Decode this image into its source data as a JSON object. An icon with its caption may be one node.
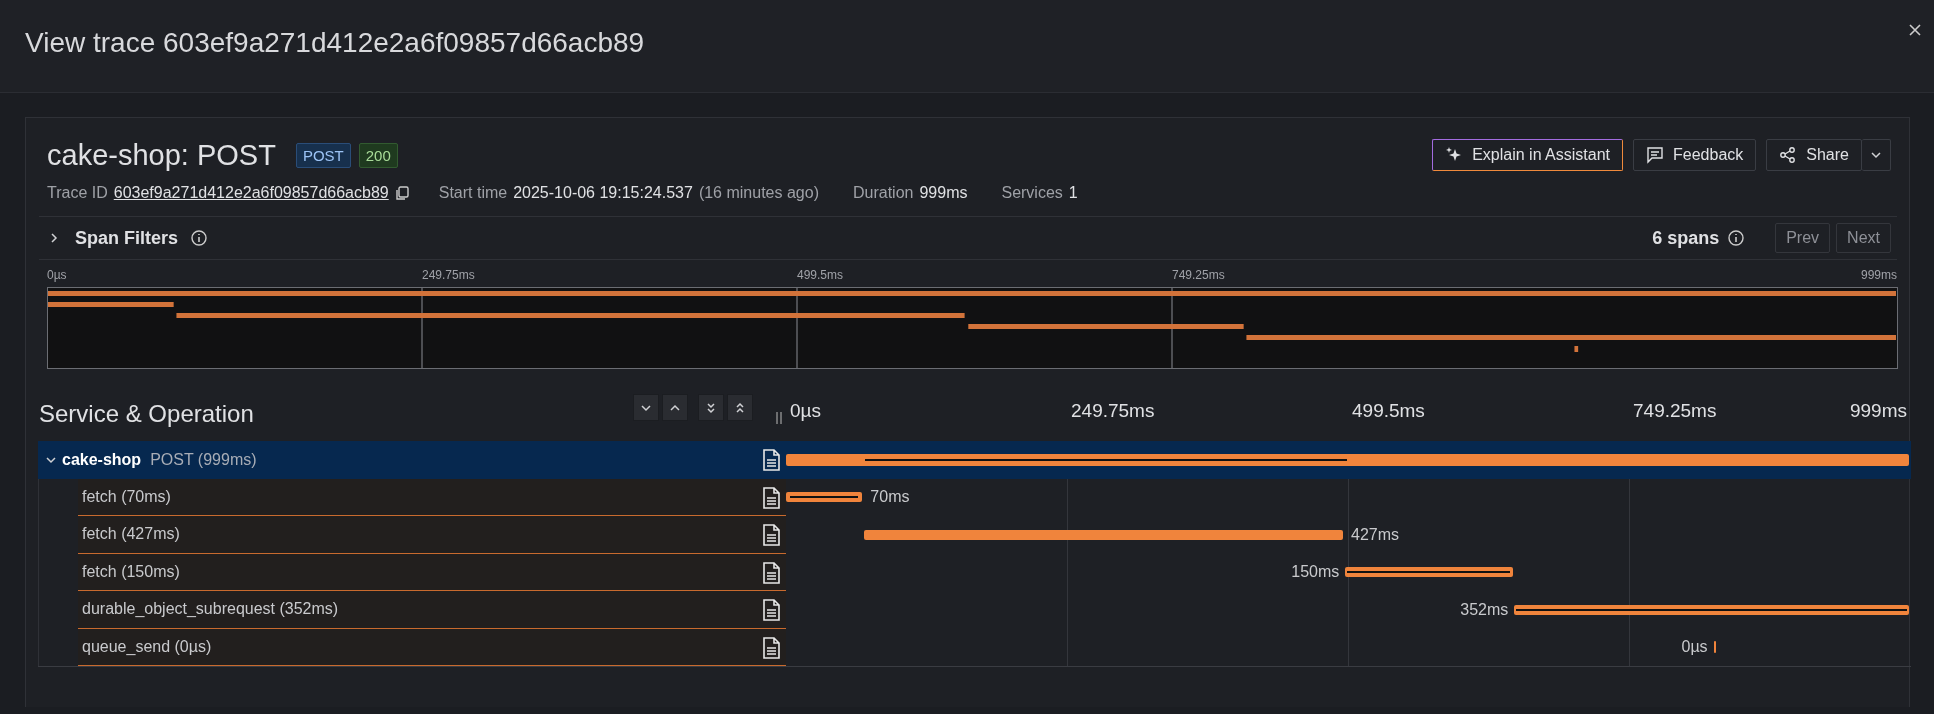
{
  "diagram": {
    "title": "View trace 603ef9a271d412e2a6f09857d66acb89",
    "nodes": [
      {
        "text": [
          "cake-shop",
          "POST (999ms)"
        ]
      },
      {
        "text": [
          "fetch (70ms)"
        ]
      },
      {
        "text": [
          "fetch (427ms)"
        ]
      },
      {
        "text": [
          "fetch (150ms)"
        ]
      },
      {
        "text": [
          "durable_object_subrequest (352ms)"
        ]
      },
      {
        "text": [
          "queue_send (0µs)"
        ]
      },
      {
        "text": [],
        "shape": "bar"
      },
      {
        "text": [],
        "shape": "bar",
        "beside": [
          "70ms"
        ]
      },
      {
        "text": [],
        "shape": "bar",
        "beside": [
          "427ms"
        ]
      },
      {
        "text": [],
        "shape": "bar",
        "beside": [
          "150ms"
        ]
      },
      {
        "text": [],
        "shape": "bar",
        "beside": [
          "352ms"
        ]
      },
      {
        "text": [],
        "shape": "bar",
        "beside": [
          "0µs"
        ]
      }
    ],
    "labels": [
      "cake-shop: POST",
      "POST",
      "200",
      "Explain in Assistant",
      "Feedback",
      "Share",
      "Trace ID",
      "603ef9a271d412e2a6f09857d66acb89",
      "Start time",
      "2025-10-06 19:15:24.537",
      "(16 minutes ago)",
      "Duration",
      "999ms",
      "Services",
      "1",
      "Span Filters",
      "6 spans",
      "Prev",
      "Next",
      "0µs",
      "249.75ms",
      "499.5ms",
      "749.25ms",
      "999ms",
      "Service & Operation",
      "0µs",
      "249.75ms",
      "499.5ms",
      "749.25ms",
      "999ms"
    ]
  }
}
